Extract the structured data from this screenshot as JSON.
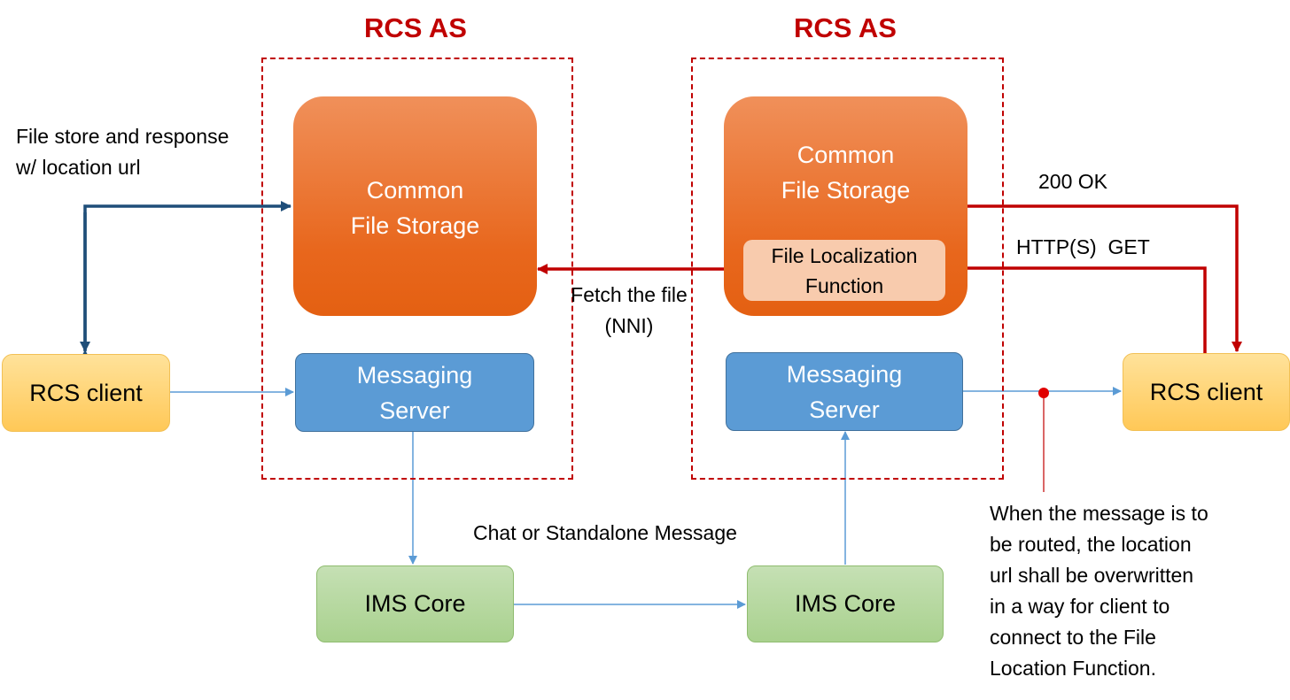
{
  "titles": {
    "left_as": "RCS AS",
    "right_as": "RCS AS"
  },
  "left_as": {
    "storage": {
      "line1": "Common",
      "line2": "File Storage"
    },
    "messaging": {
      "line1": "Messaging",
      "line2": "Server"
    }
  },
  "right_as": {
    "storage": {
      "line1": "Common",
      "line2": "File Storage"
    },
    "flf": {
      "line1": "File Localization",
      "line2": "Function"
    },
    "messaging": {
      "line1": "Messaging",
      "line2": "Server"
    }
  },
  "clients": {
    "left": "RCS client",
    "right": "RCS client"
  },
  "ims": {
    "left": "IMS Core",
    "right": "IMS Core"
  },
  "labels": {
    "file_store": [
      "File store and response",
      "w/ location url"
    ],
    "fetch": [
      "Fetch the file",
      "(NNI)"
    ],
    "chat": "Chat or Standalone Message",
    "ok": "200 OK",
    "http_get": "HTTP(S)  GET",
    "note": [
      "When the message is to",
      "be routed, the location",
      "url shall be overwritten",
      "in a way for client to",
      "connect to the File",
      "Location Function."
    ]
  },
  "colors": {
    "red": "#c00000",
    "navy": "#1f4e79",
    "thin_blue": "#5b9bd5",
    "orange": "#e8671d",
    "blue_box": "#5b9bd5",
    "yellow": "#ffc857",
    "green": "#a9d18e"
  }
}
